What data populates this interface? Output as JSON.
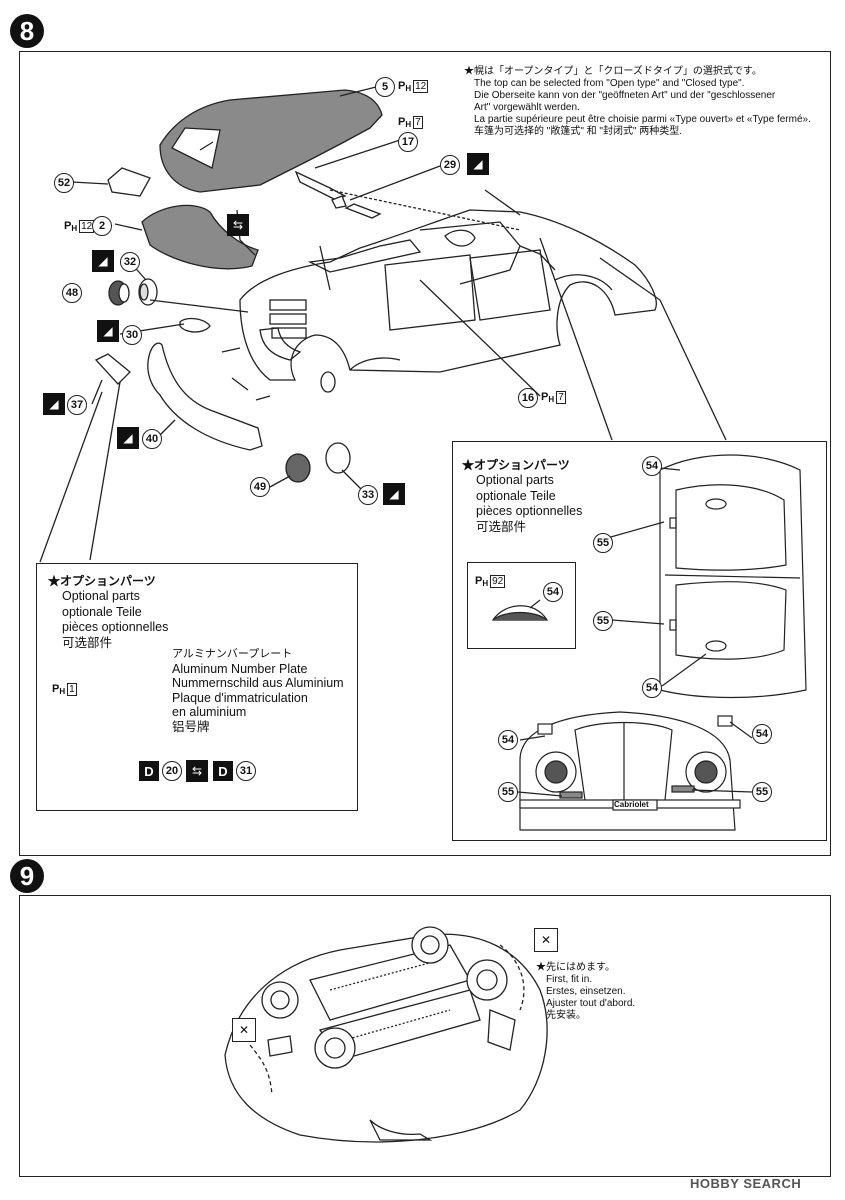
{
  "step8": {
    "number": "8",
    "note_lines": [
      "★幌は「オープンタイプ」と「クローズドタイプ」の選択式です。",
      "The top can be selected from \"Open type\" and \"Closed type\".",
      "Die Oberseite kann von der \"geöffneten Art\" und der \"geschlossener",
      "Art\" vorgewählt werden.",
      "La partie supérieure peut être choisie parmi «Type ouvert» et «Type fermé».",
      "车篷为可选择的 \"敞篷式\" 和 \"封闭式\" 两种类型."
    ],
    "part_labels": [
      "5",
      "17",
      "29",
      "52",
      "2",
      "32",
      "48",
      "30",
      "37",
      "40",
      "49",
      "33",
      "16"
    ],
    "ph_labels": {
      "p5": {
        "ph": "P",
        "sub": "H",
        "num": "12"
      },
      "p17": {
        "ph": "P",
        "sub": "H",
        "num": "7"
      },
      "p2": {
        "ph": "P",
        "sub": "H",
        "num": "12"
      },
      "p16": {
        "ph": "P",
        "sub": "H",
        "num": "7"
      }
    },
    "option_left": {
      "title": "★オプションパーツ",
      "lines": [
        "Optional parts",
        "optionale Teile",
        "pièces optionnelles",
        "可选部件"
      ],
      "plate_lines": [
        "アルミナンバープレート",
        "Aluminum Number Plate",
        "Nummernschild aus Aluminium",
        "Plaque d'immatriculation",
        "en aluminium",
        "铝号牌"
      ],
      "ph": {
        "ph": "P",
        "sub": "H",
        "num": "1"
      },
      "d_label": "D",
      "d20": "20",
      "d31": "31"
    },
    "option_right": {
      "title": "★オプションパーツ",
      "lines": [
        "Optional parts",
        "optionale Teile",
        "pièces optionnelles",
        "可选部件"
      ],
      "ph": {
        "ph": "P",
        "sub": "H",
        "num": "92"
      },
      "part": "54",
      "callouts": [
        "54",
        "55",
        "55",
        "54",
        "54",
        "54",
        "55",
        "55"
      ],
      "badge_text": "Cabriolet"
    }
  },
  "step9": {
    "number": "9",
    "note_lines": [
      "★先にはめます。",
      "First, fit in.",
      "Erstes, einsetzen.",
      "Ajuster tout d'abord.",
      "先安装。"
    ]
  },
  "watermark": "HOBBY SEARCH"
}
